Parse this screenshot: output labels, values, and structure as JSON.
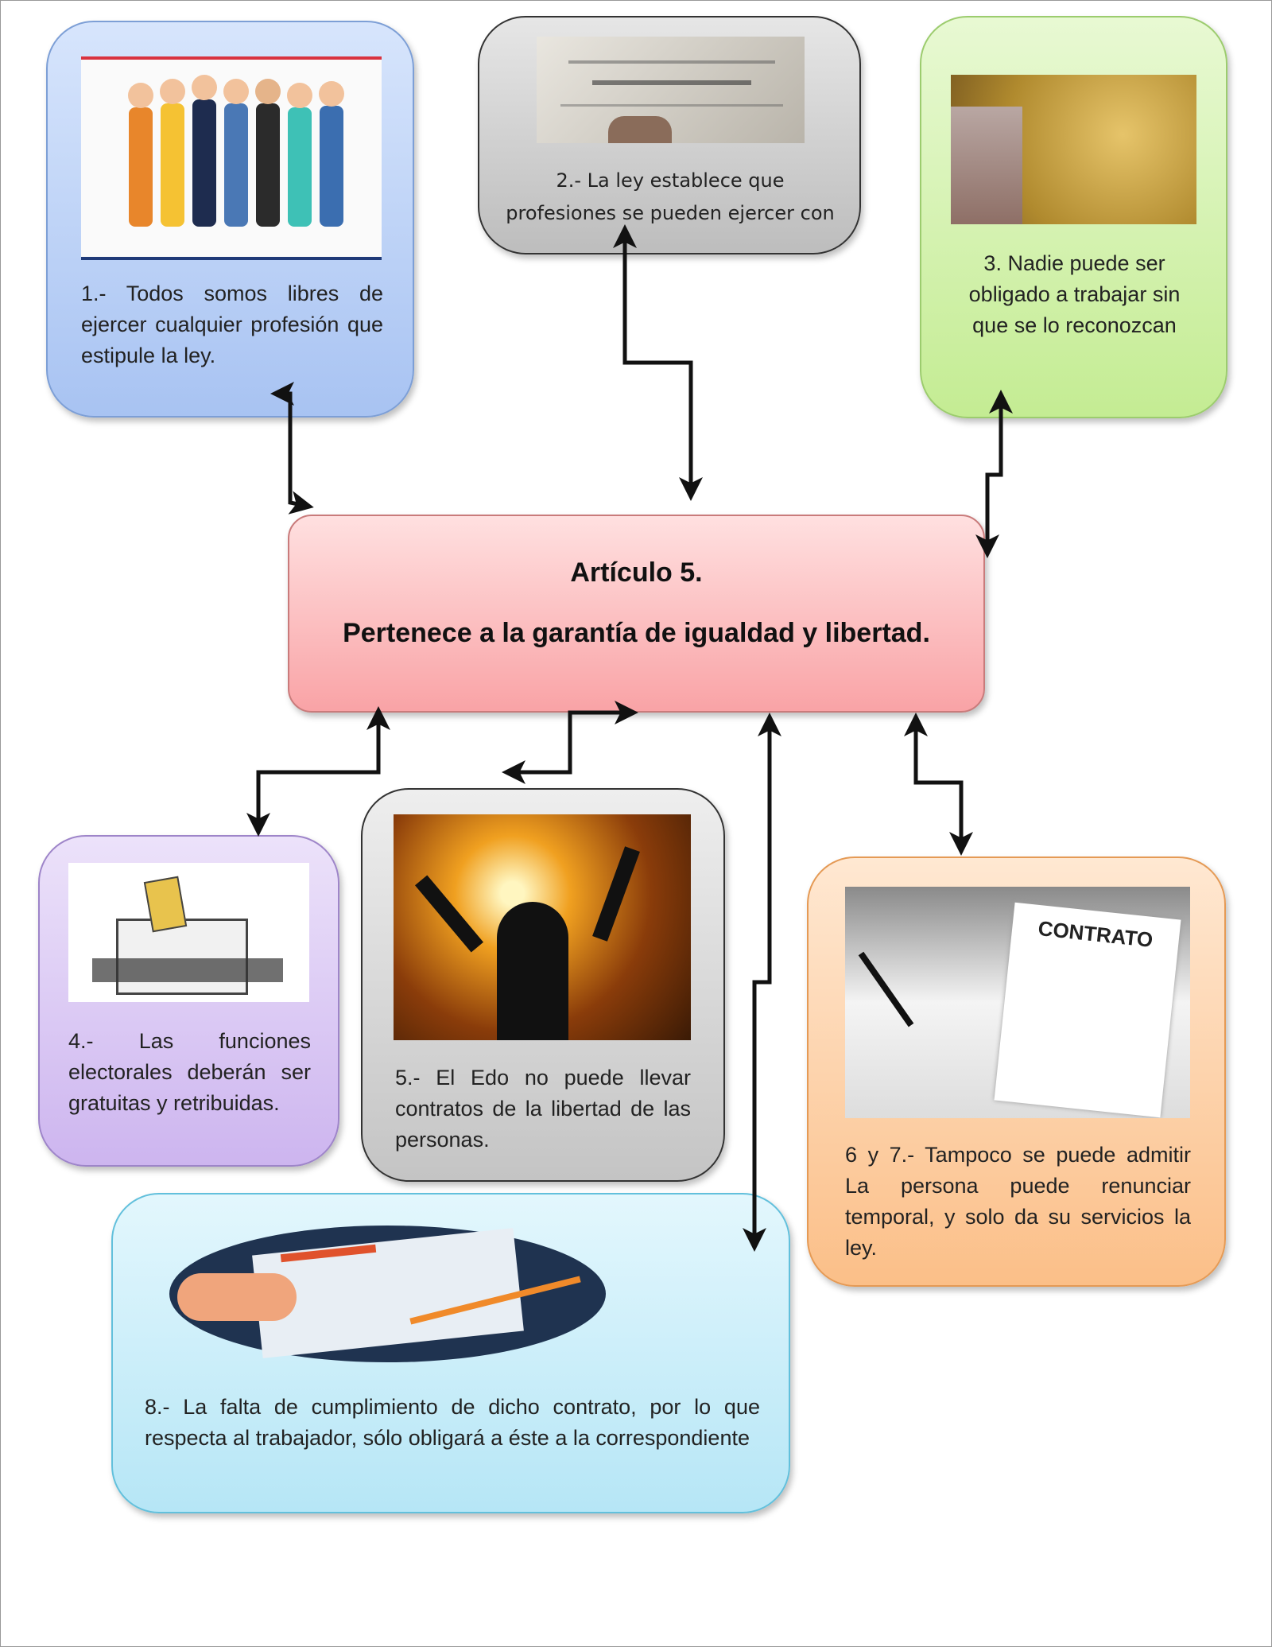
{
  "center": {
    "title": "Artículo 5.",
    "subtitle": "Pertenece a la garantía de igualdad y libertad."
  },
  "boxes": [
    {
      "id": "1",
      "text": "1.- Todos somos libres de ejercer cualquier profesión que estipule la ley.",
      "image": "workers-illustration",
      "color": "#a9c5f5"
    },
    {
      "id": "2",
      "text": "2.- La ley establece que profesiones se pueden ejercer con",
      "image": "diploma-photo",
      "color": "#c8c8c8"
    },
    {
      "id": "3",
      "text": "3. Nadie puede ser obligado a trabajar sin que se lo reconozcan",
      "image": "coins-photo",
      "color": "#d4f2b0"
    },
    {
      "id": "4",
      "text": "4.- Las funciones electorales deberán ser gratuitas y retribuidas.",
      "image": "ballot-box-illustration",
      "color": "#d6c4f0"
    },
    {
      "id": "5",
      "text": "5.- El Edo no puede llevar contratos de la libertad de las personas.",
      "image": "broken-chains-photo",
      "color": "#cfcfcf"
    },
    {
      "id": "6",
      "text": "6 y 7.- Tampoco se puede admitir La persona puede renunciar temporal, y solo da su servicios la ley.",
      "image": "contract-signing-photo",
      "image_text": "CONTRATO",
      "color": "#fcc99a"
    },
    {
      "id": "8",
      "text": "8.- La falta de cumplimiento de dicho contrato, por lo que respecta al trabajador, sólo obligará a éste a la correspondiente",
      "image": "signing-document-illustration",
      "color": "#bdeaf8"
    }
  ]
}
